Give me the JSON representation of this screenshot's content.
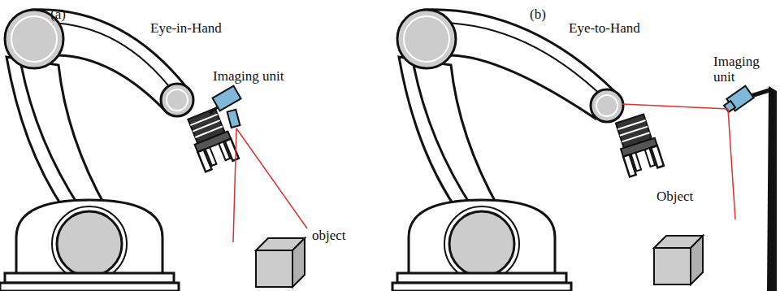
{
  "diagram": {
    "labels": [
      "(a)",
      "Eye-in-Hand",
      "Imaging unit",
      "object",
      "(b)",
      "Eye-to-Hand",
      "Imaging unit",
      "Object"
    ]
  }
}
